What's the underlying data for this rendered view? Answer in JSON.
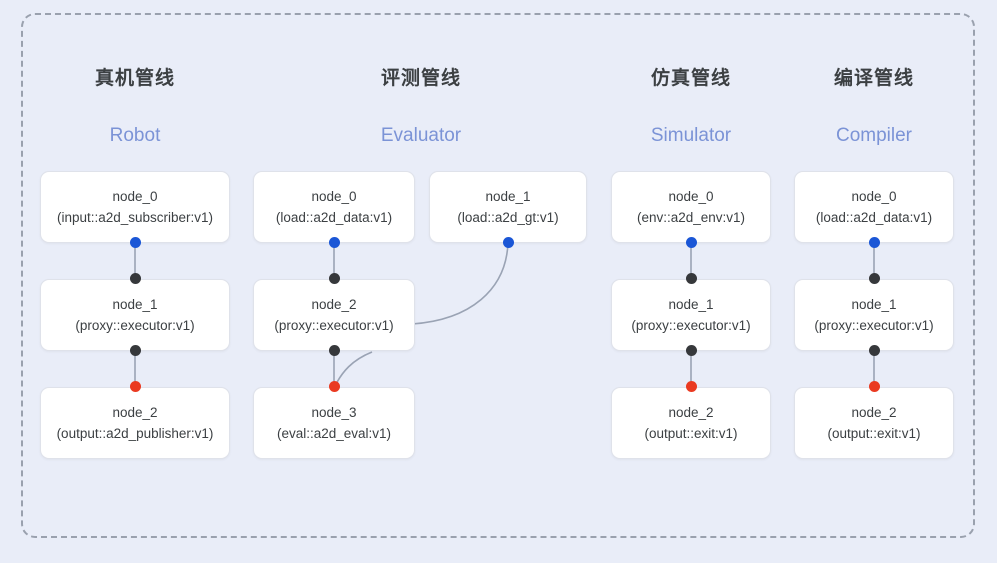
{
  "diagram": {
    "title_visible": false,
    "background_color": "#e9edf8",
    "frame": {
      "style": "dashed",
      "color": "#9aa1ae"
    },
    "port_colors": {
      "output_blue": "#1a56d6",
      "relay_black": "#36383b",
      "input_red": "#ea3a21"
    },
    "edge_color": "#9aa3b4",
    "columns": [
      {
        "id": "robot",
        "title_cn": "真机管线",
        "title_en": "Robot",
        "nodes": [
          {
            "id": "robot-node-0",
            "name": "node_0",
            "type": "(input::a2d_subscriber:v1)"
          },
          {
            "id": "robot-node-1",
            "name": "node_1",
            "type": "(proxy::executor:v1)"
          },
          {
            "id": "robot-node-2",
            "name": "node_2",
            "type": "(output::a2d_publisher:v1)"
          }
        ]
      },
      {
        "id": "evaluator",
        "title_cn": "评测管线",
        "title_en": "Evaluator",
        "nodes": [
          {
            "id": "eval-node-0",
            "name": "node_0",
            "type": "(load::a2d_data:v1)"
          },
          {
            "id": "eval-node-1",
            "name": "node_1",
            "type": "(load::a2d_gt:v1)"
          },
          {
            "id": "eval-node-2",
            "name": "node_2",
            "type": "(proxy::executor:v1)"
          },
          {
            "id": "eval-node-3",
            "name": "node_3",
            "type": "(eval::a2d_eval:v1)"
          }
        ]
      },
      {
        "id": "simulator",
        "title_cn": "仿真管线",
        "title_en": "Simulator",
        "nodes": [
          {
            "id": "sim-node-0",
            "name": "node_0",
            "type": "(env::a2d_env:v1)"
          },
          {
            "id": "sim-node-1",
            "name": "node_1",
            "type": "(proxy::executor:v1)"
          },
          {
            "id": "sim-node-2",
            "name": "node_2",
            "type": "(output::exit:v1)"
          }
        ]
      },
      {
        "id": "compiler",
        "title_cn": "编译管线",
        "title_en": "Compiler",
        "nodes": [
          {
            "id": "comp-node-0",
            "name": "node_0",
            "type": "(load::a2d_data:v1)"
          },
          {
            "id": "comp-node-1",
            "name": "node_1",
            "type": "(proxy::executor:v1)"
          },
          {
            "id": "comp-node-2",
            "name": "node_2",
            "type": "(output::exit:v1)"
          }
        ]
      }
    ]
  }
}
